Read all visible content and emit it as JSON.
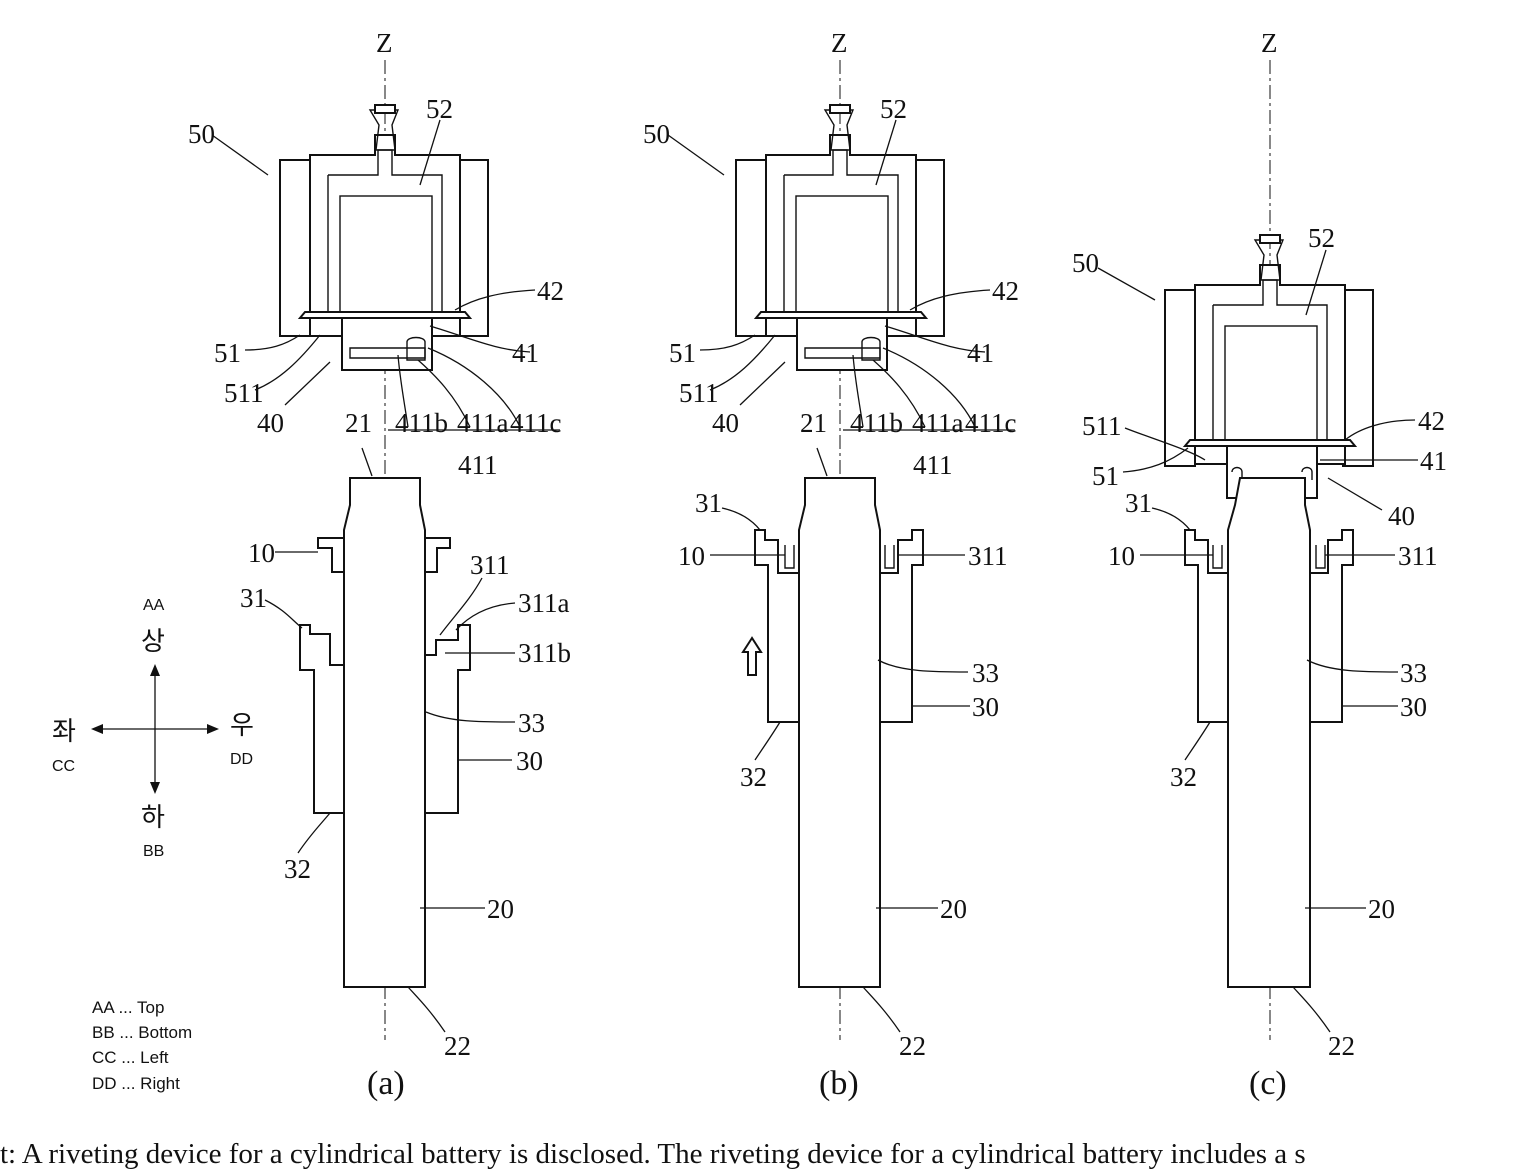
{
  "axis_label": "Z",
  "panels": [
    {
      "id": "a",
      "label": "(a)",
      "refs": [
        "50",
        "52",
        "42",
        "51",
        "41",
        "511",
        "40",
        "411b",
        "411a",
        "411c",
        "411",
        "21",
        "10",
        "311",
        "31",
        "311a",
        "311b",
        "33",
        "30",
        "32",
        "20",
        "22"
      ]
    },
    {
      "id": "b",
      "label": "(b)",
      "refs": [
        "50",
        "52",
        "42",
        "51",
        "41",
        "511",
        "40",
        "411b",
        "411a",
        "411c",
        "411",
        "21",
        "31",
        "10",
        "311",
        "33",
        "30",
        "32",
        "20",
        "22"
      ]
    },
    {
      "id": "c",
      "label": "(c)",
      "refs": [
        "50",
        "52",
        "511",
        "42",
        "51",
        "41",
        "40",
        "31",
        "10",
        "311",
        "33",
        "30",
        "32",
        "20",
        "22"
      ]
    }
  ],
  "directions": {
    "up_ko": "상",
    "up_code": "AA",
    "down_ko": "하",
    "down_code": "BB",
    "left_ko": "좌",
    "left_code": "CC",
    "right_ko": "우",
    "right_code": "DD"
  },
  "legend": [
    "AA ... Top",
    "BB ... Bottom",
    "CC ... Left",
    "DD ... Right"
  ],
  "caption": "t: A riveting device for a cylindrical battery is disclosed. The riveting device for a cylindrical battery includes a s"
}
